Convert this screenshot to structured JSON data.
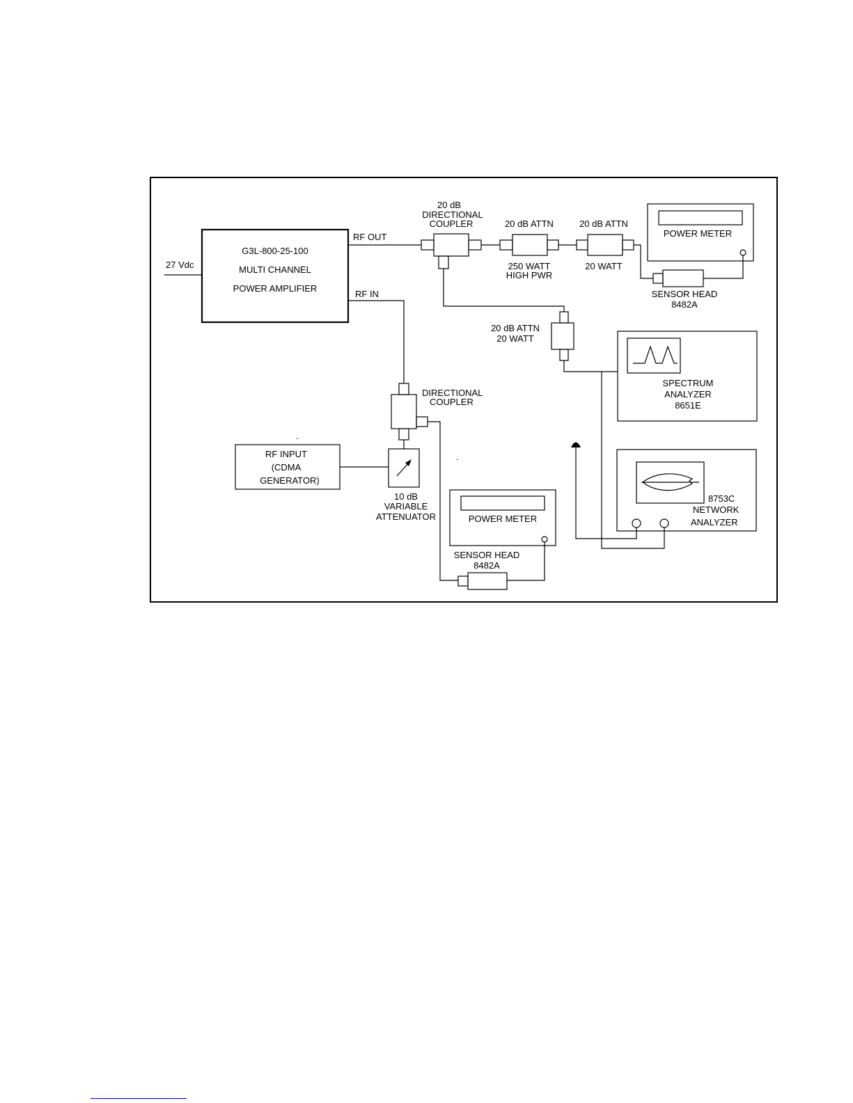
{
  "diagram": {
    "amplifier": {
      "model": "G3L-800-25-100",
      "line2": "MULTI CHANNEL",
      "line3": "POWER AMPLIFIER",
      "dc_input": "27 Vdc",
      "rf_out": "RF OUT",
      "rf_in": "RF IN"
    },
    "output_coupler": {
      "line1": "20 dB",
      "line2": "DIRECTIONAL",
      "line3": "COUPLER"
    },
    "attenuator_high_power": {
      "label": "20 dB ATTN",
      "rating_line1": "250 WATT",
      "rating_line2": "HIGH PWR"
    },
    "attenuator_20w": {
      "label": "20 dB ATTN",
      "rating": "20 WATT"
    },
    "power_meter_output": {
      "label": "POWER METER",
      "sensor_line1": "SENSOR HEAD",
      "sensor_line2": "8482A"
    },
    "attenuator_sample": {
      "line1": "20 dB ATTN",
      "line2": "20 WATT"
    },
    "spectrum_analyzer": {
      "line1": "SPECTRUM",
      "line2": "ANALYZER",
      "line3": "8651E"
    },
    "network_analyzer": {
      "line1": "8753C",
      "line2": "NETWORK",
      "line3": "ANALYZER"
    },
    "input_coupler": {
      "line1": "DIRECTIONAL",
      "line2": "COUPLER"
    },
    "rf_source": {
      "line1": "RF INPUT",
      "line2": "(CDMA",
      "line3": "GENERATOR)"
    },
    "variable_attenuator": {
      "line1": "10 dB",
      "line2": "VARIABLE",
      "line3": "ATTENUATOR"
    },
    "power_meter_input": {
      "label": "POWER METER",
      "sensor_line1": "SENSOR HEAD",
      "sensor_line2": "8482A"
    }
  }
}
